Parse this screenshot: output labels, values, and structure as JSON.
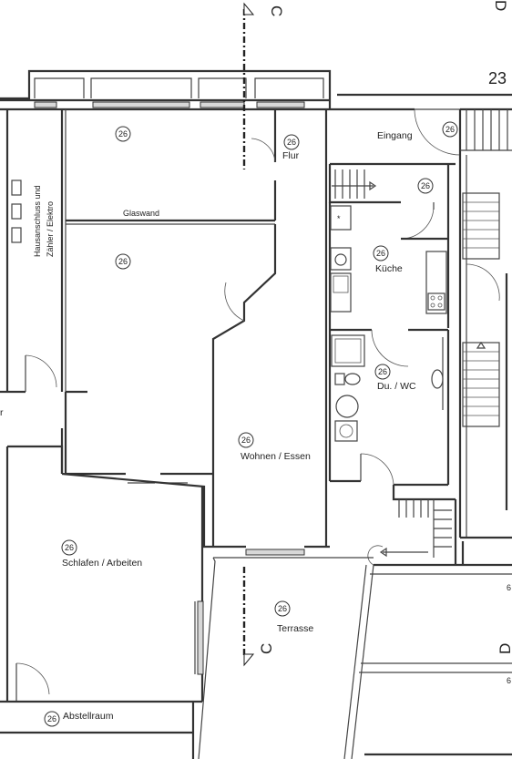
{
  "rooms": {
    "flur": {
      "name": "Flur",
      "num": "26"
    },
    "eingang": {
      "name": "Eingang",
      "num": "26"
    },
    "kueche": {
      "name": "Küche",
      "num": "26"
    },
    "du_wc": {
      "name": "Du. / WC",
      "num": "26"
    },
    "wohnen": {
      "name": "Wohnen / Essen",
      "num": "26"
    },
    "schlafen": {
      "name": "Schlafen / Arbeiten",
      "num": "26"
    },
    "terrasse": {
      "name": "Terrasse",
      "num": "26"
    },
    "abstellraum": {
      "name": "Abstellraum",
      "num": "26"
    },
    "upper_left": {
      "num": "26"
    },
    "middle_left": {
      "num": "26"
    },
    "stair_landing": {
      "num": "26"
    }
  },
  "labels": {
    "glaswand": "Glaswand",
    "hausanschluss_line1": "Hausanschluss und",
    "hausanschluss_line2": "Zähler / Elektro",
    "edge_r": "r",
    "corner_number": "23",
    "right_edge_num_1": "6",
    "right_edge_num_2": "6"
  },
  "section_marks": {
    "c_top": "C",
    "c_bottom": "C",
    "d_top": "D",
    "d_right": "D"
  },
  "kitchen_symbol": "*"
}
